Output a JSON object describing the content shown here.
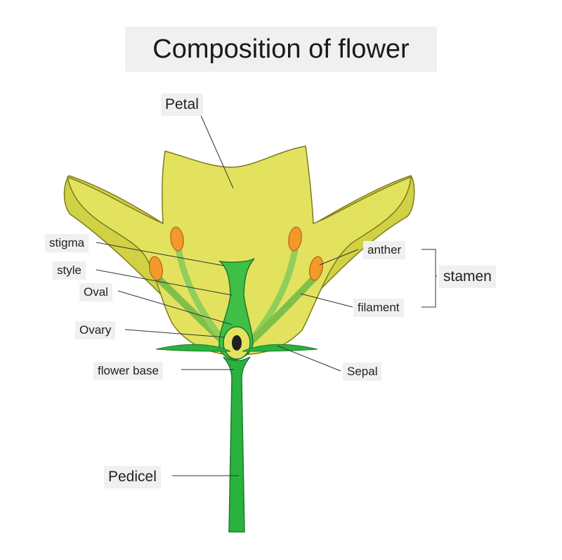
{
  "title": "Composition of flower",
  "labels": {
    "petal": "Petal",
    "stigma": "stigma",
    "style": "style",
    "oval": "Oval",
    "ovary": "Ovary",
    "flower_base": "flower base",
    "pedicel": "Pedicel",
    "anther": "anther",
    "filament": "filament",
    "stamen": "stamen",
    "sepal": "Sepal"
  },
  "colors": {
    "petal_front": "#e3e25f",
    "petal_back": "#d1d146",
    "petal_outline": "#7d7c1a",
    "stem_green": "#29b23e",
    "pistil_green": "#3fbf45",
    "filament_green": "#8fcf5a",
    "anther_orange": "#f2992a",
    "ovule_dark": "#1f1f1f"
  }
}
